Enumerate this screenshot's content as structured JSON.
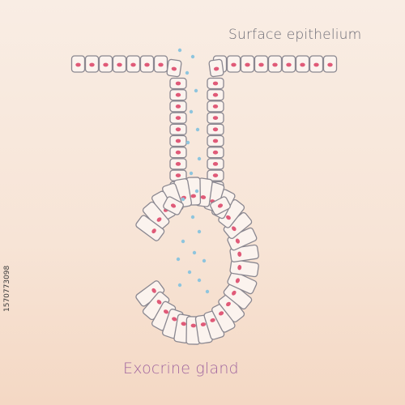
{
  "labels": {
    "surface": "Surface epithelium",
    "gland": "Exocrine gland",
    "stock_id": "1570773098"
  },
  "colors": {
    "background_top": "#f9ede4",
    "background_bottom": "#f4d8c4",
    "cell_fill": "#fbf3ee",
    "cell_outline_top": "#8a8790",
    "cell_outline_bottom": "#a768ae",
    "nucleus": "#e05a78",
    "secretion": "#8ec5de"
  },
  "icons": {
    "surface_cells": "epithelial-cell-row",
    "duct_cells": "epithelial-cell-column",
    "gland_cells": "secretory-cell-ring",
    "secretion": "secretion-droplet"
  }
}
